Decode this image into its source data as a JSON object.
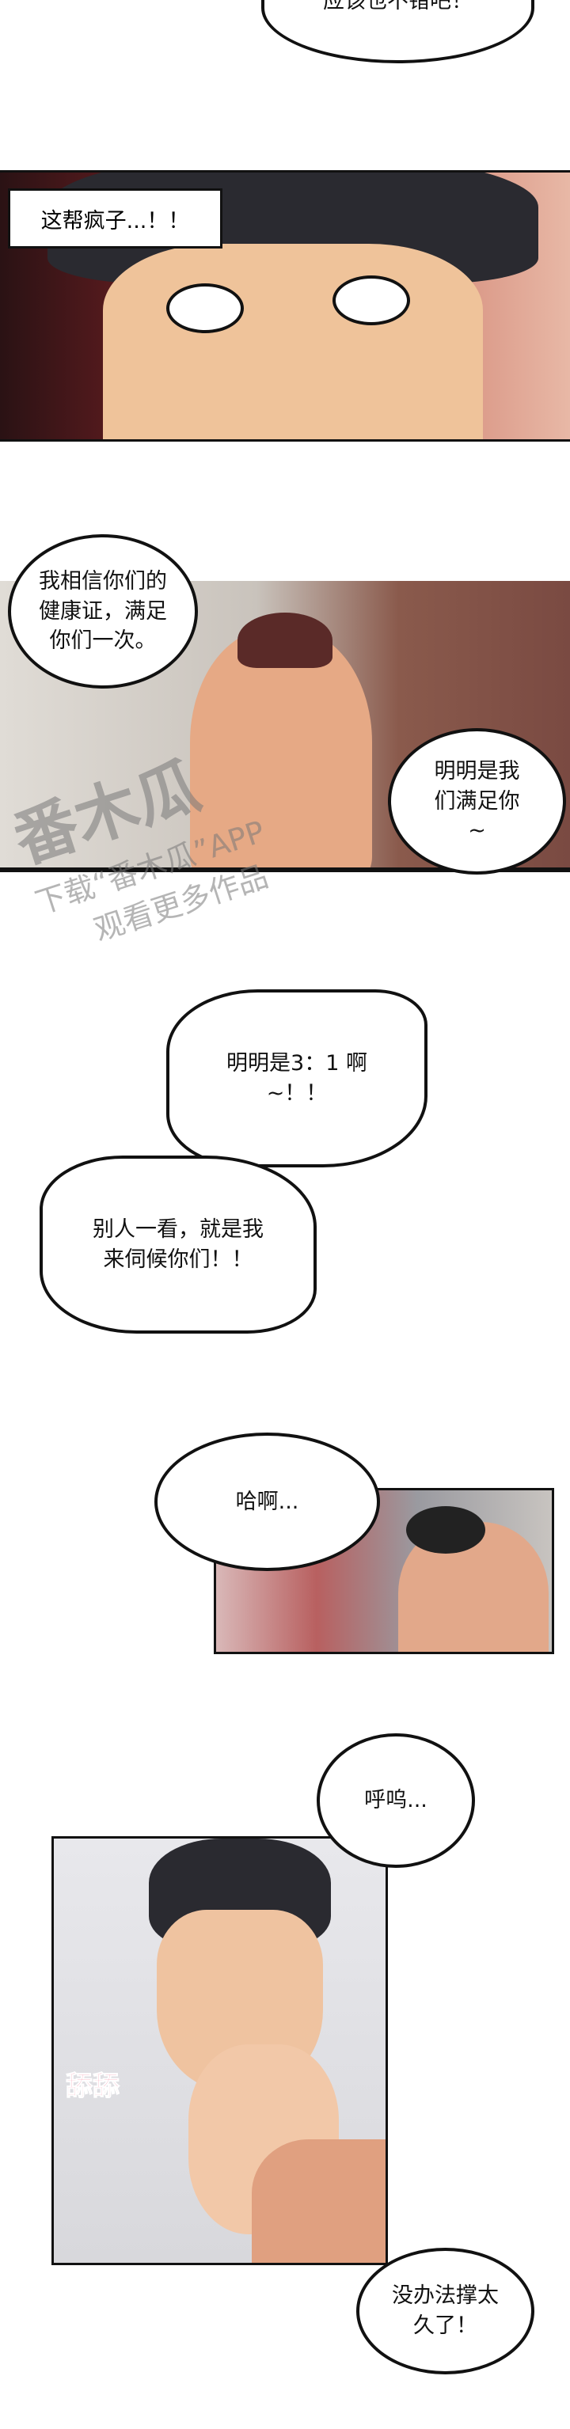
{
  "bubbles": {
    "top": "应该也不错吧！",
    "caption_crazy": "这帮疯子...！！",
    "trust_health": "我相信你们的健康证，满足你们一次。",
    "we_satisfy": "明明是我们满足你~",
    "three_to_one": "明明是3：1 啊~！！",
    "serve_you": "别人一看，就是我来伺候你们！！",
    "haah": "哈啊...",
    "huwu": "呼呜...",
    "cant_last": "没办法撑太久了！"
  },
  "sfx": {
    "lick": "舔舔"
  },
  "watermark": {
    "brand": "番木瓜",
    "line1": "下载“番木瓜”APP",
    "line2": "观看更多作品"
  },
  "colors": {
    "sfx_pink": "#f2708f",
    "panel1_bg": "#7a1f22"
  }
}
